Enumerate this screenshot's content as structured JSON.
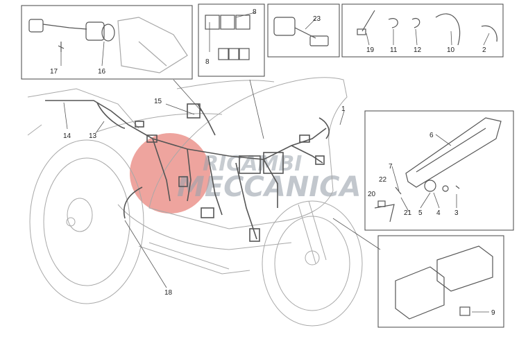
{
  "watermark": {
    "text_top": "RICAMBI",
    "text_bottom": "MECCANICA",
    "circle_color": "#e05a4f",
    "text_color": "#9aa3ad"
  },
  "colors": {
    "line": "#555555",
    "faint": "#a8a8a8",
    "box": "#444444"
  },
  "callouts": {
    "c1": "1",
    "c2": "2",
    "c3": "3",
    "c4": "4",
    "c5": "5",
    "c6": "6",
    "c7": "7",
    "c8a": "8",
    "c8b": "8",
    "c9": "9",
    "c10": "10",
    "c11": "11",
    "c12": "12",
    "c13": "13",
    "c14": "14",
    "c15": "15",
    "c16": "16",
    "c17": "17",
    "c18": "18",
    "c19": "19",
    "c20": "20",
    "c21": "21",
    "c22": "22",
    "c23": "23"
  }
}
